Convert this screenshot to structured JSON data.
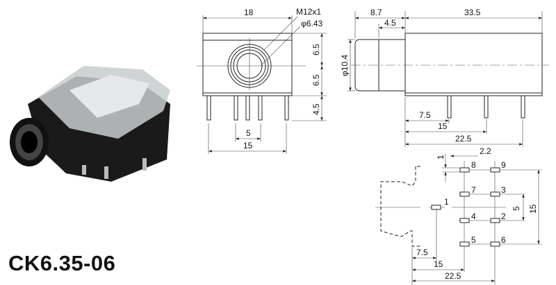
{
  "title": "CK6.35-06",
  "front_view": {
    "width": "18",
    "thread": "M12x1",
    "bore": "φ6.43",
    "h_upper": "6.5",
    "h_lower": "6.5",
    "pin_len": "4.5",
    "pin_pitch": "5",
    "pin_span": "15"
  },
  "side_view": {
    "nose_len": "8.7",
    "nose_step": "4.5",
    "body_len": "33.5",
    "nose_dia": "φ10.4",
    "pin1": "7.5",
    "pin2": "15",
    "pin3": "22.5"
  },
  "footprint": {
    "pad_w": "2.2",
    "pad_h": "1",
    "row_pitch": "5",
    "row_span": "15",
    "x1": "7.5",
    "x2": "15",
    "x3": "22.5",
    "pins": [
      "1",
      "2",
      "3",
      "4",
      "5",
      "6",
      "7",
      "8",
      "9"
    ]
  }
}
